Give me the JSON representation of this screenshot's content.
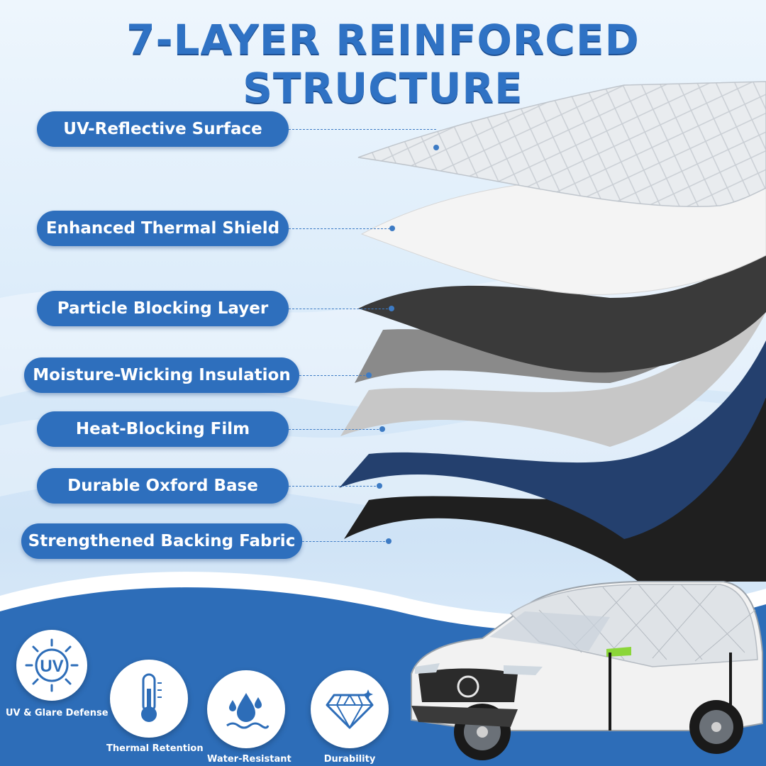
{
  "title": "7-LAYER REINFORCED STRUCTURE",
  "layers": [
    {
      "label": "UV-Reflective Surface"
    },
    {
      "label": "Enhanced Thermal Shield"
    },
    {
      "label": "Particle Blocking Layer"
    },
    {
      "label": "Moisture-Wicking Insulation"
    },
    {
      "label": "Heat-Blocking Film"
    },
    {
      "label": "Durable Oxford Base"
    },
    {
      "label": "Strengthened Backing Fabric"
    }
  ],
  "features": [
    {
      "label": "UV & Glare Defense",
      "icon": "uv-sun-icon",
      "glyph": "UV"
    },
    {
      "label": "Thermal Retention",
      "icon": "thermometer-icon"
    },
    {
      "label": "Water-Resistant",
      "icon": "water-drops-icon"
    },
    {
      "label": "Durability",
      "icon": "diamond-icon"
    }
  ],
  "colors": {
    "accent": "#2e6fbd",
    "title": "#2f72c4",
    "band": "#2d6db8"
  }
}
